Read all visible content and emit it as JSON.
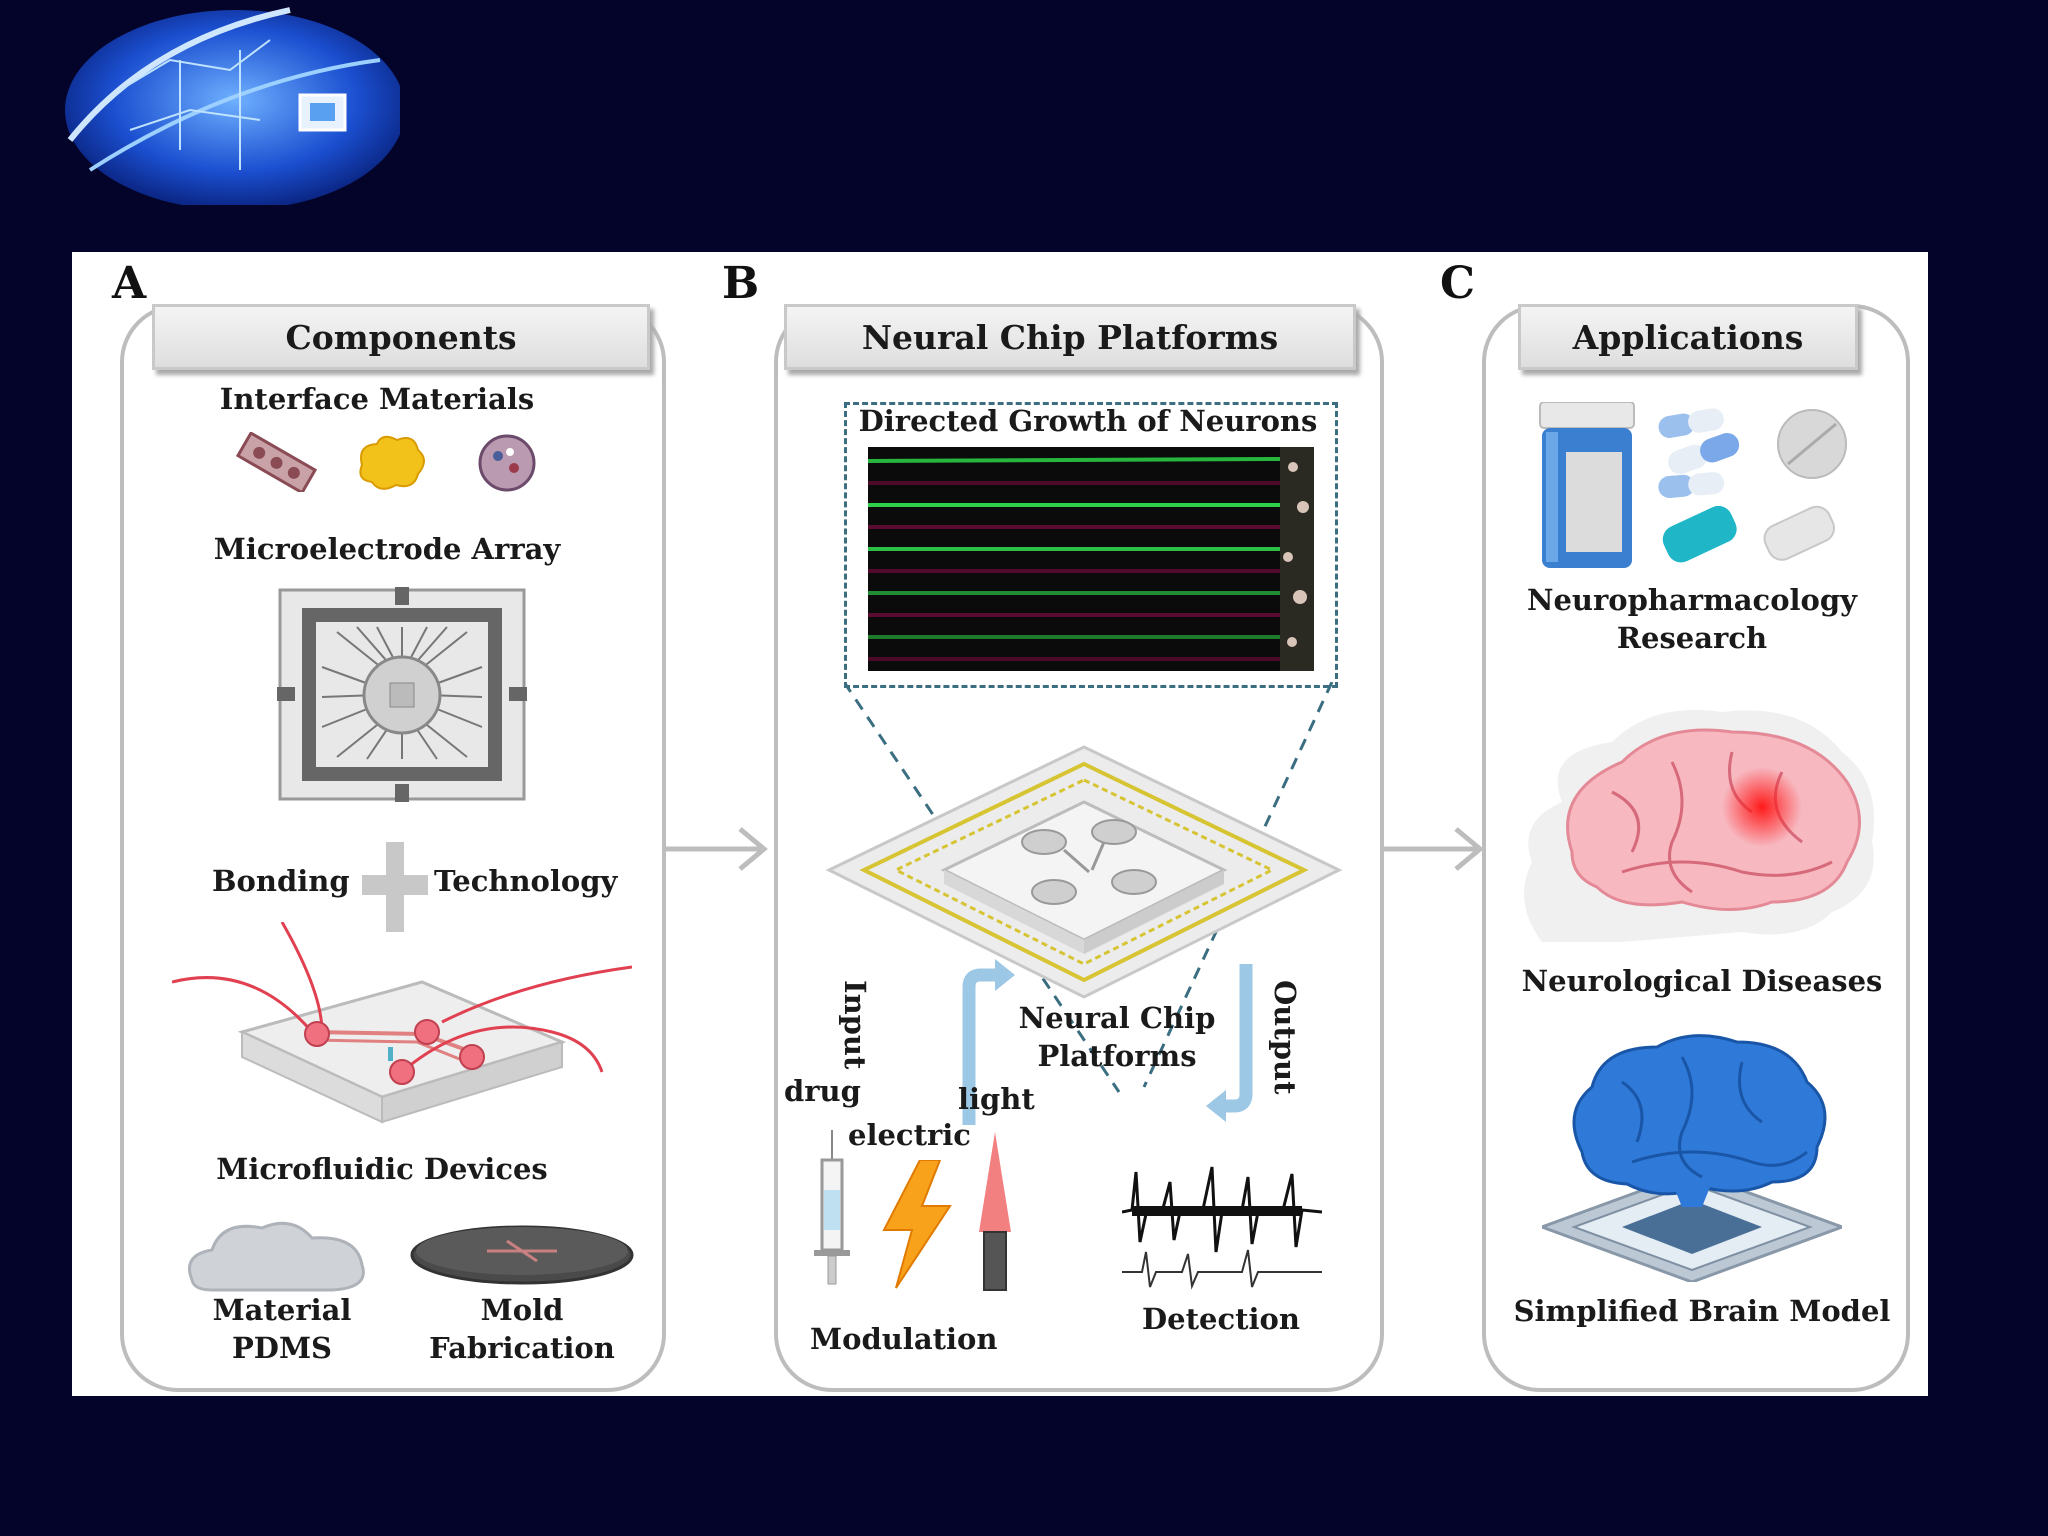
{
  "panel_a": {
    "letter": "A",
    "title": "Components",
    "interface_materials": "Interface Materials",
    "microelectrode_array": "Microelectrode Array",
    "bonding": "Bonding",
    "technology": "Technology",
    "microfluidic_devices": "Microfluidic Devices",
    "material_pdms": "Material PDMS",
    "mold_fabrication": "Mold Fabrication"
  },
  "panel_b": {
    "letter": "B",
    "title": "Neural Chip Platforms",
    "directed_growth": "Directed Growth of Neurons",
    "input": "Input",
    "output": "Output",
    "center_label": "Neural Chip Platforms",
    "drug": "drug",
    "electric": "electric",
    "light": "light",
    "modulation": "Modulation",
    "detection": "Detection"
  },
  "panel_c": {
    "letter": "C",
    "title": "Applications",
    "neuropharmacology": "Neuropharmacology Research",
    "neurological_diseases": "Neurological Diseases",
    "brain_model": "Simplified Brain Model"
  },
  "icons": [
    "logo-globe-chip-icon",
    "interface-material-film-icon",
    "interface-material-gold-icon",
    "interface-material-sphere-icon",
    "microelectrode-array-icon",
    "plus-icon",
    "microfluidic-device-icon",
    "pdms-material-icon",
    "mold-disc-icon",
    "neuron-growth-image",
    "neural-chip-icon",
    "input-arrow-icon",
    "output-arrow-icon",
    "syringe-icon",
    "lightning-icon",
    "laser-icon",
    "signal-trace-icon",
    "pill-bottle-icon",
    "pills-icon",
    "brain-disease-icon",
    "brain-chip-icon",
    "right-arrow-icon"
  ]
}
